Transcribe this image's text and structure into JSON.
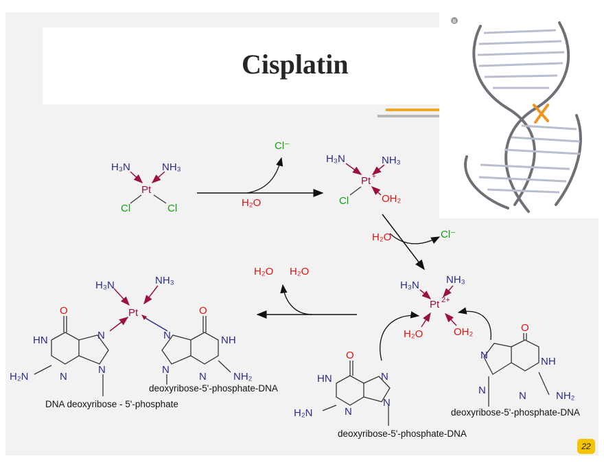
{
  "slide": {
    "title": "Cisplatin",
    "page_number": "22",
    "panel_label": "B",
    "colors": {
      "ligand": "#2a2a8c",
      "water": "#e01010",
      "chloride": "#10a010",
      "platinum": "#9b1040",
      "accent": "#f2a62a"
    }
  },
  "labels": {
    "h3n": "H₃N",
    "nh3": "NH₃",
    "pt": "Pt",
    "cl": "Cl",
    "cl_minus": "Cl⁻",
    "h2o": "H₂O",
    "oh2": "OH₂",
    "charge_plus": "+",
    "charge_2plus": "2+",
    "O": "O",
    "HN": "HN",
    "NH": "NH",
    "N": "N",
    "H2N": "H₂N",
    "NH2": "NH₂"
  },
  "captions": {
    "dna_deoxy_phosphate": "DNA deoxyribose - 5'-phosphate",
    "deoxy_dna": "deoxyribose-5'-phosphate-DNA"
  }
}
